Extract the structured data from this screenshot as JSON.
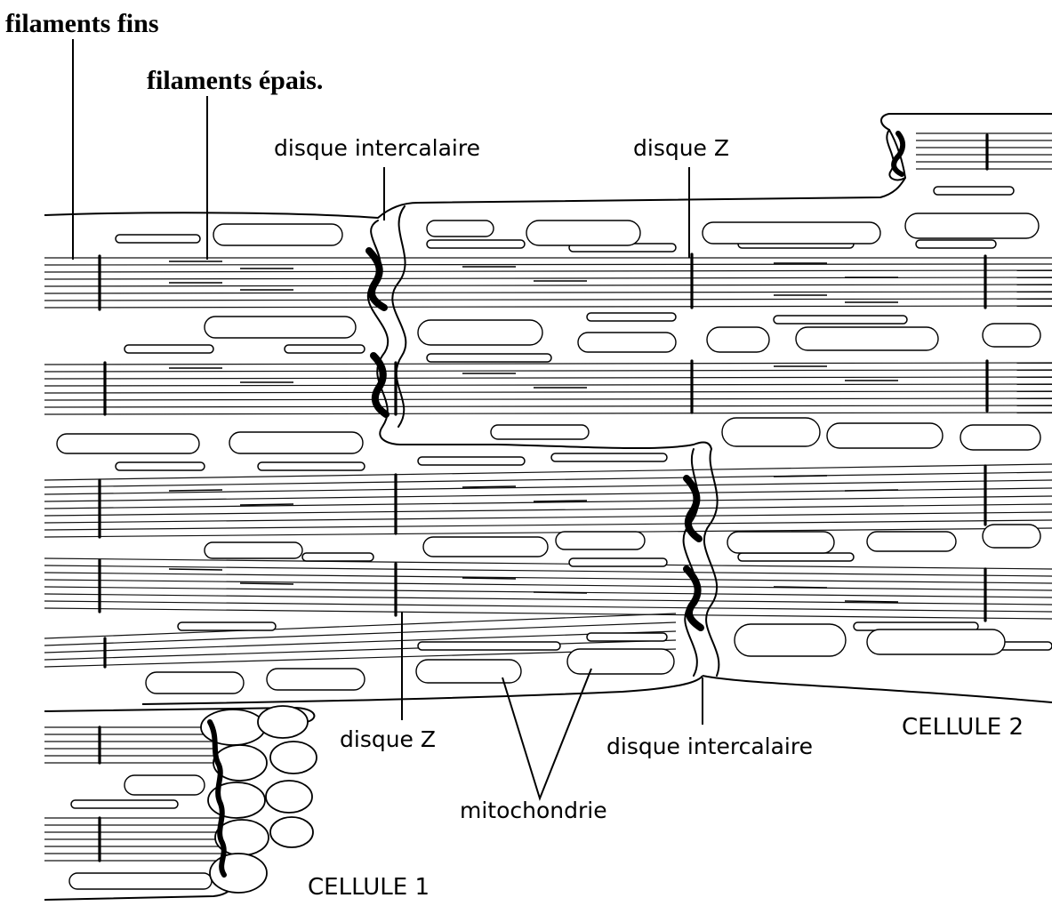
{
  "labels": {
    "filaments_fins": "filaments fins",
    "filaments_epais": "filaments épais.",
    "disque_intercalaire_top": "disque intercalaire",
    "disque_z_top": "disque Z",
    "disque_z_bottom": "disque Z",
    "disque_intercalaire_bottom": "disque intercalaire",
    "mitochondrie": "mitochondrie",
    "cellule_1": "CELLULE 1",
    "cellule_2": "CELLULE 2"
  },
  "colors": {
    "ink": "#000000",
    "paper": "#ffffff"
  }
}
